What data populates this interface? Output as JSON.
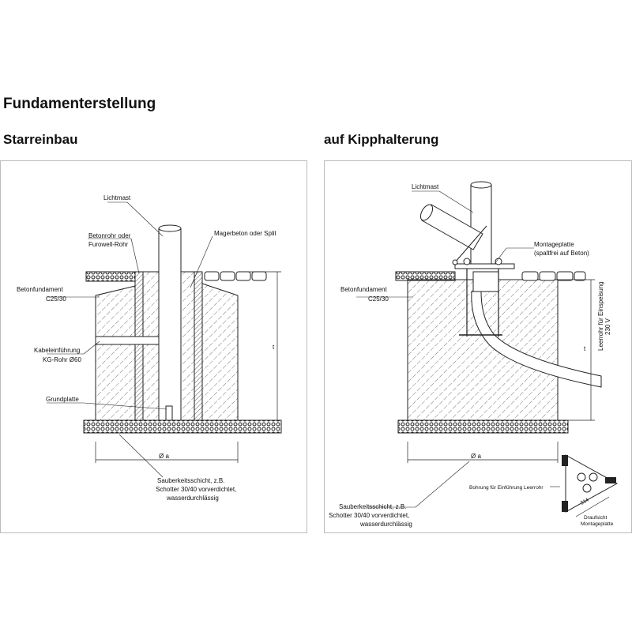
{
  "page_title": "Fundamenterstellung",
  "left": {
    "title": "Starreinbau",
    "labels": {
      "lichtmast": "Lichtmast",
      "betonrohr_1": "Betonrohr oder",
      "betonrohr_2": "Furowell-Rohr",
      "magerbeton": "Magerbeton oder Split",
      "betonfundament_1": "Betonfundament",
      "betonfundament_2": "C25/30",
      "kabeleinfuehrung_1": "Kabeleinführung",
      "kabeleinfuehrung_2": "KG-Rohr Ø60",
      "grundplatte": "Grundplatte",
      "depth": "t",
      "diameter": "Ø a",
      "sauberkeit_1": "Sauberkeitsschicht, z.B.",
      "sauberkeit_2": "Schotter 30/40 vorverdichtet,",
      "sauberkeit_3": "wasserdurchlässig"
    }
  },
  "right": {
    "title": "auf Kipphalterung",
    "labels": {
      "lichtmast": "Lichtmast",
      "montageplatte_1": "Montageplatte",
      "montageplatte_2": "(spaltfrei auf Beton)",
      "betonfundament_1": "Betonfundament",
      "betonfundament_2": "C25/30",
      "leerrohr_1": "Leerrohr für Einspeisung",
      "leerrohr_2": "230 V",
      "depth": "t",
      "diameter": "Ø a",
      "sauberkeit_1": "Sauberkeitsschicht, z.B.",
      "sauberkeit_2": "Schotter 30/40 vorverdichtet,",
      "sauberkeit_3": "wasserdurchlässig",
      "bohrung": "Bohrung für Einführung Leerrohr",
      "size": "314",
      "draufsicht_1": "Draufsicht",
      "draufsicht_2": "Montageplatte"
    }
  }
}
